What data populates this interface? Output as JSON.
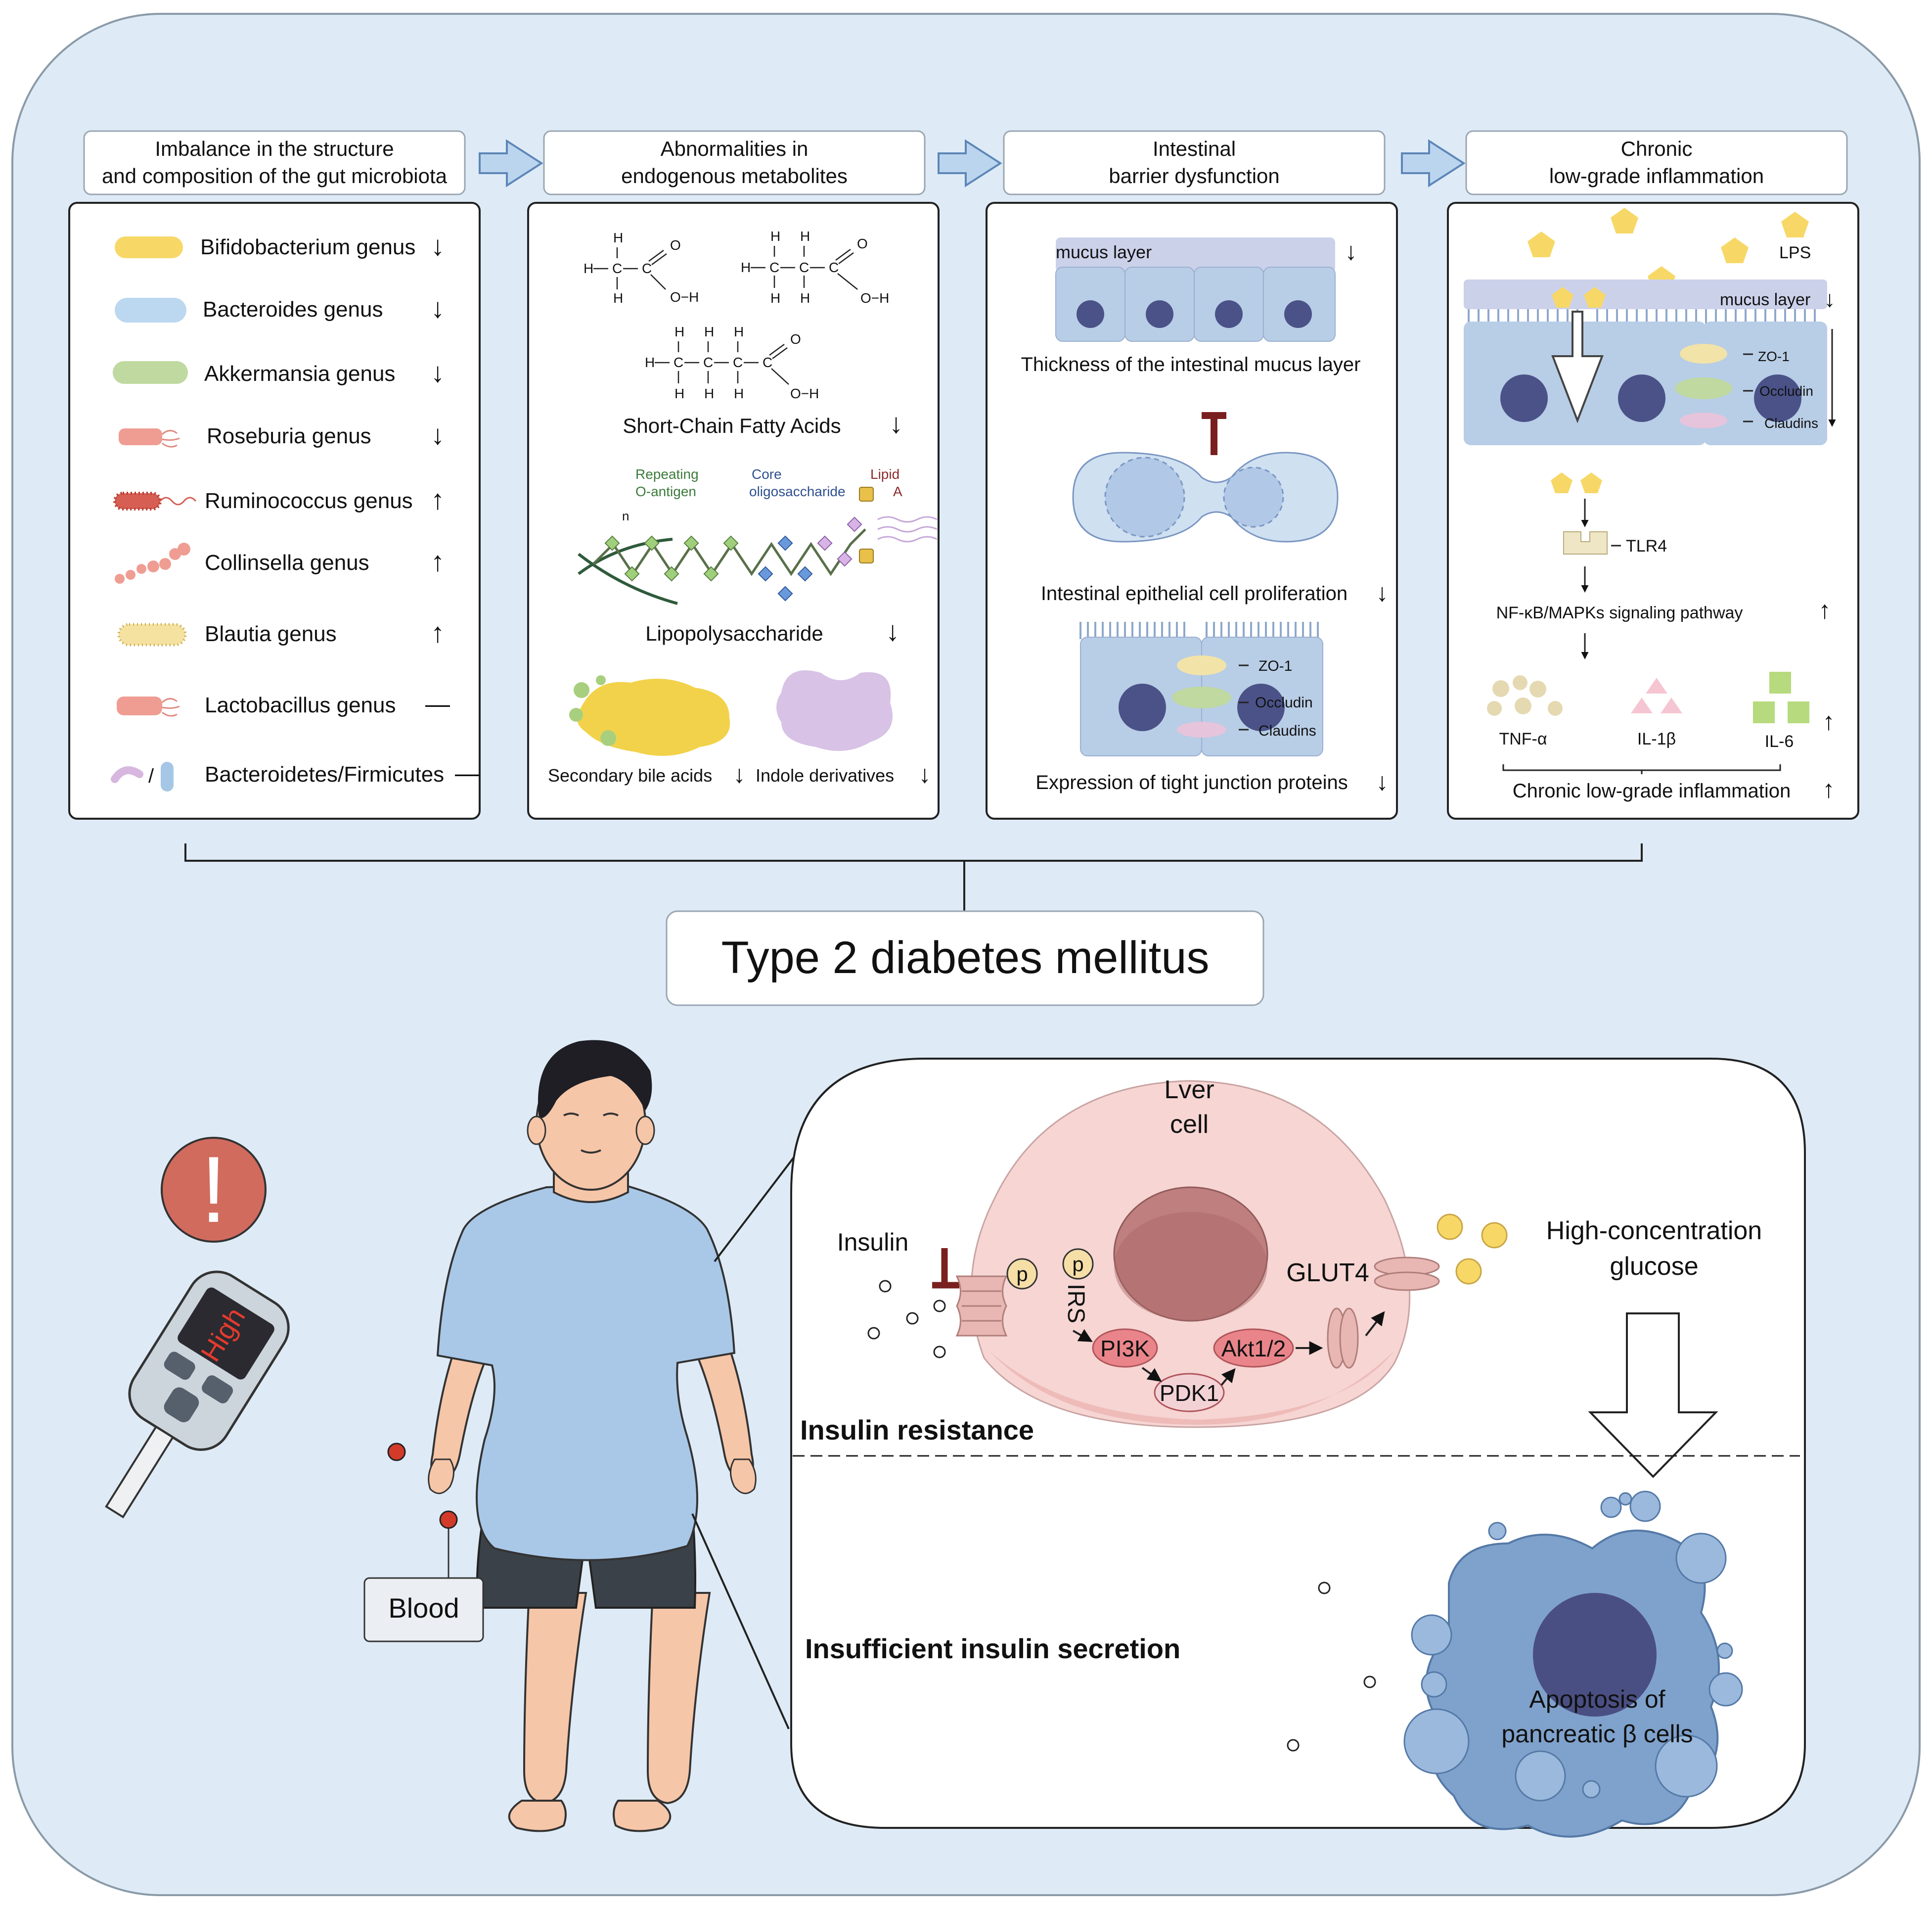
{
  "colors": {
    "outer_bg": "#deebf6",
    "outer_stroke": "#8a9aa8",
    "panel_fill": "#ffffff",
    "arrow_fill": "#bcd5ee",
    "arrow_stroke": "#5d86b8",
    "mucus": "#ccd1ea",
    "cell_fill": "#b8cde6",
    "nucleus": "#4a5288",
    "zo1": "#f2e3a8",
    "occludin": "#bfd9a0",
    "claudin": "#e6c4dc",
    "liver_cell": "#f6d5d3",
    "liver_nucleus": "#bf7f7e",
    "enzyme": "#e9858a",
    "inhibit": "#7a1f1f",
    "glucose": "#f7d867",
    "beta_cell": "#7fa2cc",
    "beta_nucleus": "#4a4f83",
    "alert": "#d16b5e",
    "skin": "#f6c6a8",
    "shirt": "#a9c8e8",
    "shorts": "#3b4148",
    "hair": "#1e1e24",
    "blood": "#d23a2a"
  },
  "icons": [
    "down-arrow-icon",
    "up-arrow-icon",
    "dash-icon",
    "step-arrow-icon",
    "inhibition-icon",
    "warning-icon",
    "glucometer-icon",
    "pentagon-lps-icon",
    "tlr4-receptor-icon",
    "insulin-receptor-icon",
    "glut4-transporter-icon"
  ],
  "headers": [
    {
      "line1": "Imbalance in the structure",
      "line2": "and composition of the gut microbiota"
    },
    {
      "line1": "Abnormalities in",
      "line2": "endogenous metabolites"
    },
    {
      "line1": "Intestinal",
      "line2": "barrier dysfunction"
    },
    {
      "line1": "Chronic",
      "line2": "low-grade inflammation"
    }
  ],
  "microbiota": [
    {
      "name": "Bifidobacterium genus",
      "trend": "↓"
    },
    {
      "name": "Bacteroides genus",
      "trend": "↓"
    },
    {
      "name": "Akkermansia genus",
      "trend": "↓"
    },
    {
      "name": "Roseburia genus",
      "trend": "↓"
    },
    {
      "name": "Ruminococcus genus",
      "trend": "↑"
    },
    {
      "name": "Collinsella genus",
      "trend": "↑"
    },
    {
      "name": "Blautia genus",
      "trend": "↑"
    },
    {
      "name": "Lactobacillus genus",
      "trend": "—"
    },
    {
      "name": "Bacteroidetes/Firmicutes",
      "trend": "—"
    }
  ],
  "metabolites": {
    "scfa_label": "Short-Chain Fatty Acids",
    "scfa_trend": "↓",
    "lps_label": "Lipopolysaccharide",
    "lps_trend": "↓",
    "repeating": "Repeating",
    "o_antigen": "O-antigen",
    "core": "Core",
    "oligosaccharide": "oligosaccharide",
    "lipid": "Lipid",
    "lipid_a": "A",
    "n": "n",
    "bile_label": "Secondary bile acids",
    "bile_trend": "↓",
    "indole_label": "Indole derivatives",
    "indole_trend": "↓",
    "atom_h": "H",
    "atom_c": "C",
    "atom_o": "O",
    "oh": "O−H"
  },
  "barrier": {
    "mucus": "mucus layer",
    "mucus_trend": "↓",
    "thickness": "Thickness of the intestinal mucus layer",
    "prolif": "Intestinal epithelial cell proliferation",
    "prolif_trend": "↓",
    "zo1": "ZO-1",
    "occludin": "Occludin",
    "claudins": "Claudins",
    "tj": "Expression of tight junction proteins",
    "tj_trend": "↓"
  },
  "inflammation": {
    "lps": "LPS",
    "mucus": "mucus layer",
    "mucus_trend": "↓",
    "zo1": "ZO-1",
    "occludin": "Occludin",
    "claudins": "Claudins",
    "tlr4": "TLR4",
    "pathway": "NF-κB/MAPKs signaling pathway",
    "pathway_trend": "↑",
    "tnf": "TNF-α",
    "il1b": "IL-1β",
    "il6": "IL-6",
    "cytokine_trend": "↑",
    "chronic": "Chronic low-grade inflammation",
    "chronic_trend": "↑"
  },
  "title": "Type 2 diabetes mellitus",
  "lower": {
    "blood": "Blood",
    "alert": "!",
    "meter_text": "High",
    "liver_line1": "Lver",
    "liver_line2": "cell",
    "insulin": "Insulin",
    "p": "p",
    "irs": "IRS",
    "pi3k": "PI3K",
    "pdk1": "PDK1",
    "akt": "Akt1/2",
    "glut4": "GLUT4",
    "glucose_line1": "High-concentration",
    "glucose_line2": "glucose",
    "resistance": "Insulin resistance",
    "secretion": "Insufficient insulin secretion",
    "apoptosis_line1": "Apoptosis of",
    "apoptosis_line2": "pancreatic β cells"
  }
}
